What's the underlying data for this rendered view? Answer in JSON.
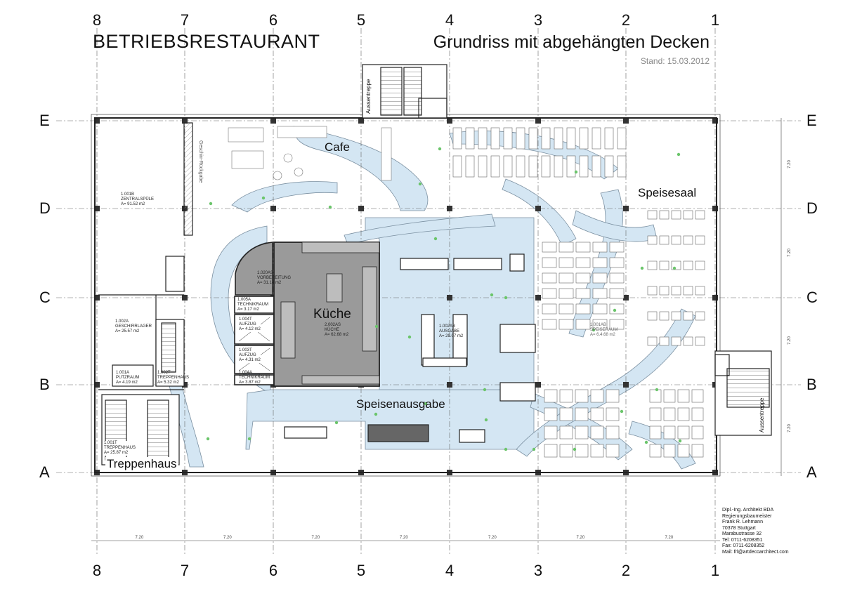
{
  "header": {
    "title": "BETRIEBSRESTAURANT",
    "subtitle": "Grundriss mit abgehängten Decken",
    "stand": "Stand: 15.03.2012"
  },
  "axes": {
    "numbers": [
      "8",
      "7",
      "6",
      "5",
      "4",
      "3",
      "2",
      "1"
    ],
    "letters": [
      "E",
      "D",
      "C",
      "B",
      "A"
    ],
    "span_dims": [
      "7.20",
      "7.20",
      "7.20",
      "7.20",
      "7.20",
      "7.20",
      "7.20"
    ],
    "side_dims": [
      "7.20",
      "7.20",
      "7.20",
      "7.20"
    ]
  },
  "rooms": {
    "cafe": "Cafe",
    "speisesaal": "Speisesaal",
    "kueche": "Küche",
    "speisenausgabe": "Speisenausgabe",
    "treppenhaus": "Treppenhaus",
    "aussentreppe_top": "Aussentreppe",
    "aussentreppe_right": "Aussentreppe",
    "geschirr_rueckgabe": "Geschirr-Rückgabe"
  },
  "room_labels": {
    "zentralspuele": [
      "1.001B",
      "ZENTRALSPÜLE",
      "A= 91.52 m2"
    ],
    "geschirrlager": [
      "1.002A",
      "GESCHIRRLAGER",
      "A= 25.57 m2"
    ],
    "putzraum": [
      "1.001A",
      "PUTZRAUM",
      "A= 4.19 m2"
    ],
    "treppenhaus_b": [
      "1.002T",
      "TREPPENHAUS",
      "A= 5.32 m2"
    ],
    "treppenhaus_a": [
      "1.001T",
      "TREPPENHAUS",
      "A= 25.87 m2"
    ],
    "vorbereitung": [
      "1.020AS",
      "VORBEREITUNG",
      "A= 31.14 m2"
    ],
    "technikraum_1": [
      "1.005A",
      "TECHNIKRAUM",
      "A= 3.17 m2"
    ],
    "aufzug_1": [
      "1.004T",
      "AUFZUG",
      "A= 4.12 m2"
    ],
    "aufzug_2": [
      "1.003T",
      "AUFZUG",
      "A= 4.31 m2"
    ],
    "technikraum_2": [
      "1.004A",
      "TECHNIKRAUM",
      "A= 3.87 m2"
    ],
    "kueche_raum": [
      "2.002AS",
      "KÜCHE",
      "A= 62.68 m2"
    ],
    "ausgabe": [
      "1.002AB",
      "AUSGABE",
      "A= 29.07 m2"
    ],
    "speiseraum": [
      "1.001AB",
      "SPEISERAUM",
      "A= 6.4.68 m2"
    ]
  },
  "architect": {
    "lines": [
      "Dipl.-Ing. Architekt BDA",
      "Regierungsbaumeister",
      "Frank R. Lehmann",
      "70378     Stuttgart",
      "Marabustrasse  32",
      "Tel:  0711-6208351",
      "Fax: 0711-6208352",
      "Mail: frl@artdecoarchitect.com"
    ]
  },
  "colors": {
    "ceiling": "#d4e6f3",
    "kitchen": "#9a9a9a",
    "wall": "#222222",
    "grid": "#555555",
    "hatch": "#b0b0b0"
  }
}
